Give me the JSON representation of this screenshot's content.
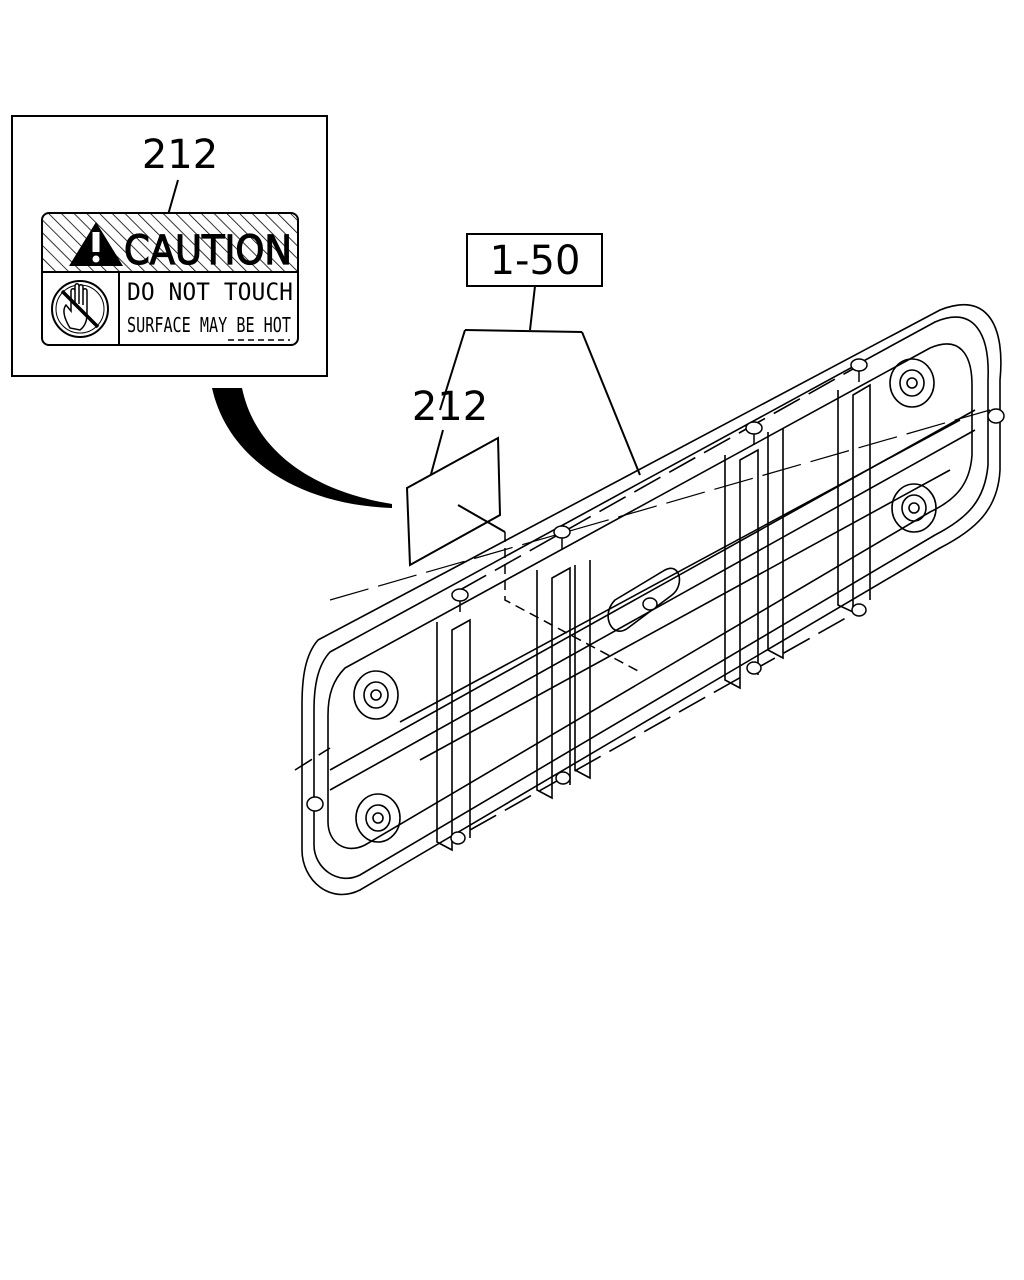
{
  "callouts": {
    "detail_part_number": "212",
    "decal_part_number": "212",
    "assembly_ref": "1-50"
  },
  "decal": {
    "header": "CAUTION",
    "line1": "DO NOT TOUCH",
    "line2": "SURFACE MAY BE HOT",
    "icon_header": "warning-triangle-icon",
    "icon_body": "no-touch-hand-icon"
  }
}
